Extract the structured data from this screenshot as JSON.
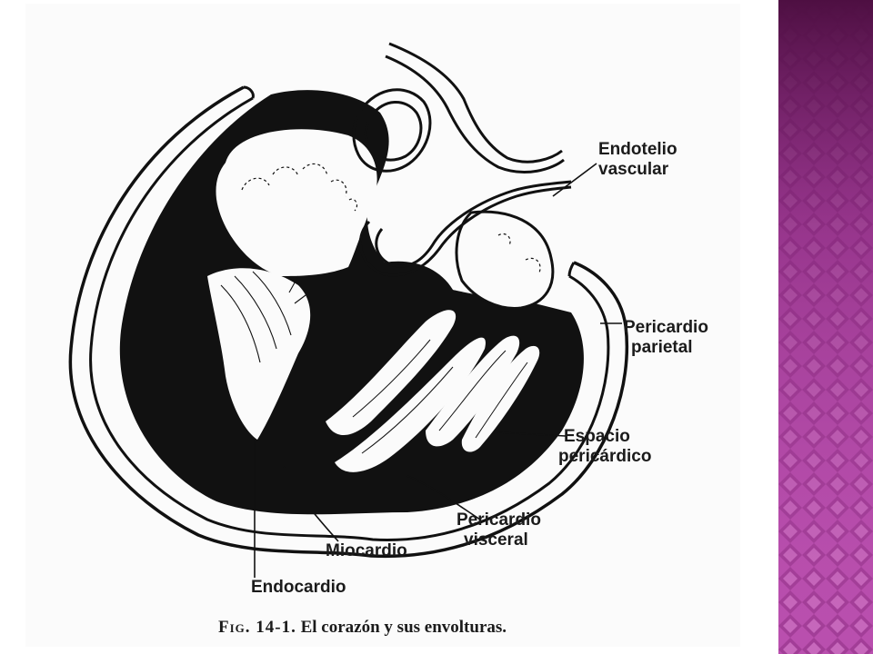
{
  "labels": {
    "endotelio_vascular": [
      "Endotelio",
      "vascular"
    ],
    "pericardio_parietal": [
      "Pericardio",
      "parietal"
    ],
    "espacio_pericardico": [
      "Espacio",
      "pericárdico"
    ],
    "pericardio_visceral": [
      "Pericardio",
      "visceral"
    ],
    "miocardio": "Miocardio",
    "endocardio": "Endocardio"
  },
  "caption": {
    "fig_label": "Fig. 14-1.",
    "text": "El corazón y sus envolturas."
  },
  "colors": {
    "ink": "#111111",
    "paper": "#fbfbfb",
    "deco_base": "#b94fae",
    "deco_dark": "#7a2070",
    "deco_top": "#5e1650"
  }
}
